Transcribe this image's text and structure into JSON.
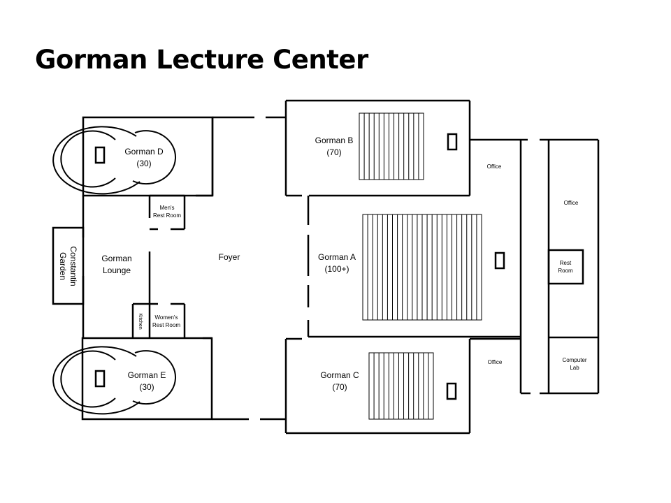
{
  "title": "Gorman Lecture Center",
  "rooms": {
    "gorman_d": {
      "name": "Gorman D",
      "capacity": "(30)"
    },
    "gorman_e": {
      "name": "Gorman E",
      "capacity": "(30)"
    },
    "gorman_b": {
      "name": "Gorman B",
      "capacity": "(70)"
    },
    "gorman_a": {
      "name": "Gorman A",
      "capacity": "(100+)"
    },
    "gorman_c": {
      "name": "Gorman C",
      "capacity": "(70)"
    },
    "lounge": {
      "line1": "Gorman",
      "line2": "Lounge"
    },
    "foyer": "Foyer",
    "garden": {
      "line1": "Constantin",
      "line2": "Garden"
    },
    "mens_restroom": {
      "line1": "Men's",
      "line2": "Rest Room"
    },
    "womens_restroom": {
      "line1": "Women's",
      "line2": "Rest Room"
    },
    "kitchen": "Kitchen",
    "office_b": "Office",
    "office_c": "Office",
    "office_right": "Office",
    "rest_room_right": {
      "line1": "Rest",
      "line2": "Room"
    },
    "computer_lab": {
      "line1": "Computer",
      "line2": "Lab"
    }
  }
}
